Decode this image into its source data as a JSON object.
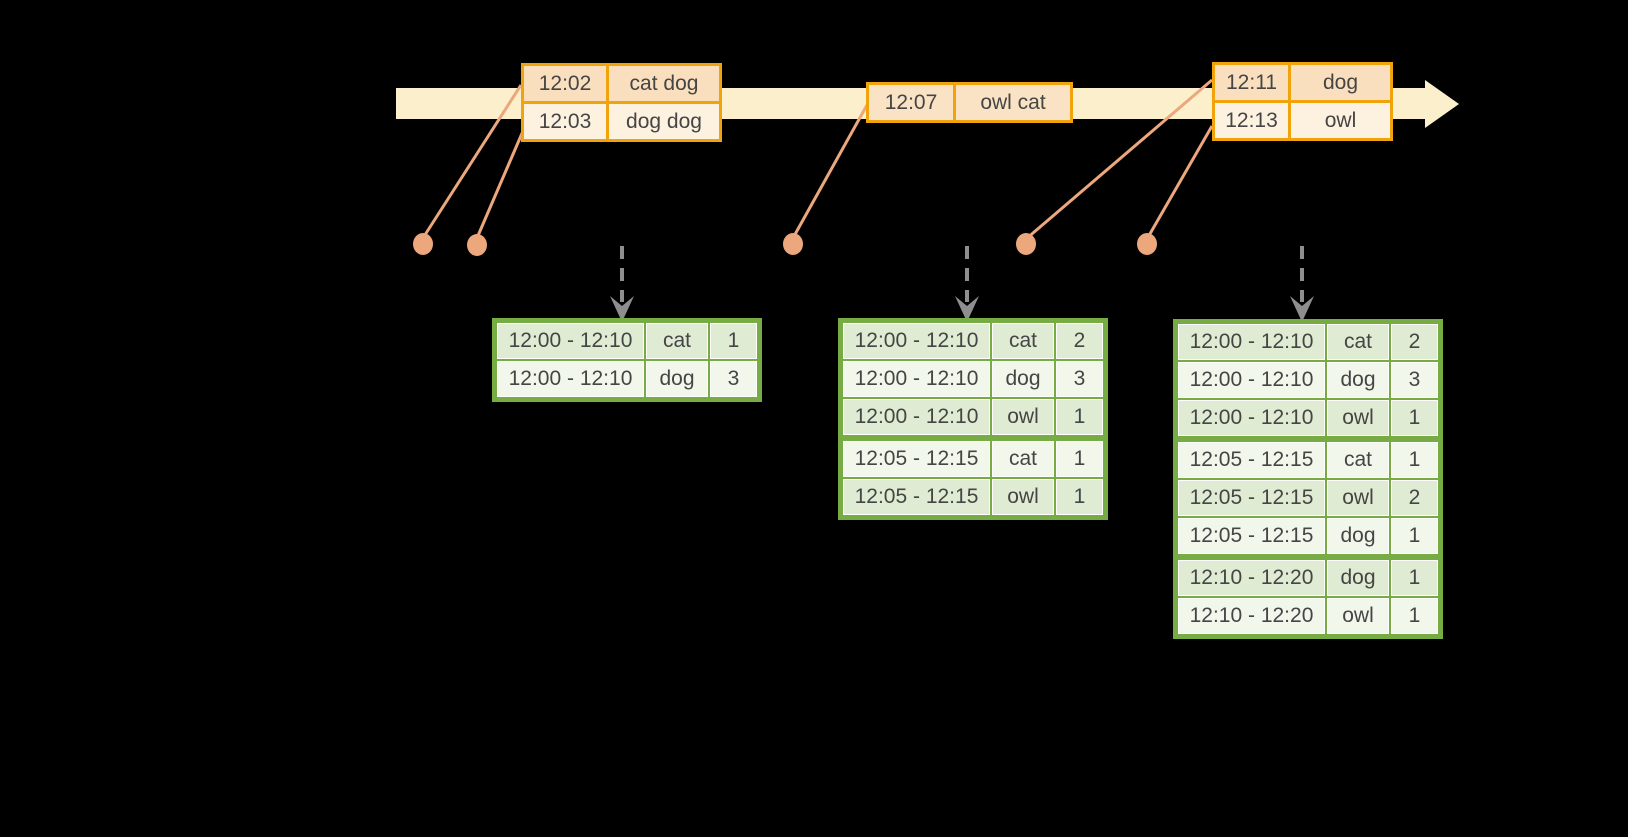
{
  "colors": {
    "background": "#000000",
    "timeline_band": "#FBF0CB",
    "event_table_border": "#F0A30A",
    "event_row_peach": "#FADFBE",
    "event_row_cream": "#FDF2E0",
    "connector_and_dots": "#ECA77D",
    "trigger_arrow": "#8E8E8E",
    "result_table_border": "#77AB43",
    "result_row_green": "#E0EBD3",
    "result_row_white": "#F2F7EC",
    "text": "#454545"
  },
  "event_tables": [
    {
      "rows": [
        {
          "time": "12:02",
          "words": "cat dog"
        },
        {
          "time": "12:03",
          "words": "dog dog"
        }
      ]
    },
    {
      "rows": [
        {
          "time": "12:07",
          "words": "owl cat"
        }
      ]
    },
    {
      "rows": [
        {
          "time": "12:11",
          "words": "dog"
        },
        {
          "time": "12:13",
          "words": "owl"
        }
      ]
    }
  ],
  "result_tables": [
    {
      "rows": [
        {
          "window": "12:00 - 12:10",
          "word": "cat",
          "count": "1"
        },
        {
          "window": "12:00 - 12:10",
          "word": "dog",
          "count": "3"
        }
      ]
    },
    {
      "rows": [
        {
          "window": "12:00 - 12:10",
          "word": "cat",
          "count": "2"
        },
        {
          "window": "12:00 - 12:10",
          "word": "dog",
          "count": "3"
        },
        {
          "window": "12:00 - 12:10",
          "word": "owl",
          "count": "1"
        },
        {
          "window": "12:05 - 12:15",
          "word": "cat",
          "count": "1"
        },
        {
          "window": "12:05 - 12:15",
          "word": "owl",
          "count": "1"
        }
      ]
    },
    {
      "rows": [
        {
          "window": "12:00 - 12:10",
          "word": "cat",
          "count": "2"
        },
        {
          "window": "12:00 - 12:10",
          "word": "dog",
          "count": "3"
        },
        {
          "window": "12:00 - 12:10",
          "word": "owl",
          "count": "1"
        },
        {
          "window": "12:05 - 12:15",
          "word": "cat",
          "count": "1"
        },
        {
          "window": "12:05 - 12:15",
          "word": "owl",
          "count": "2"
        },
        {
          "window": "12:05 - 12:15",
          "word": "dog",
          "count": "1"
        },
        {
          "window": "12:10 - 12:20",
          "word": "dog",
          "count": "1"
        },
        {
          "window": "12:10 - 12:20",
          "word": "owl",
          "count": "1"
        }
      ]
    }
  ]
}
